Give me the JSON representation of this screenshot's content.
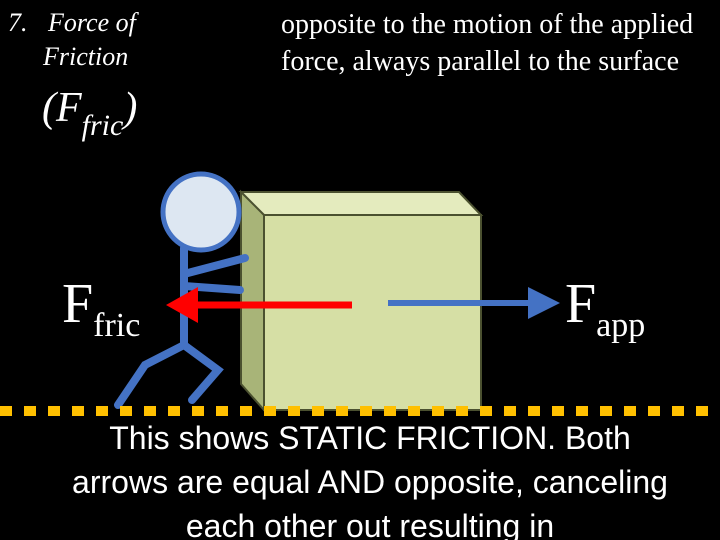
{
  "heading": {
    "number": "7.",
    "line1": "Force of",
    "line2": "Friction",
    "symbol_main": "(F",
    "symbol_sub": "fric",
    "symbol_close": ")"
  },
  "description": "opposite to the motion of the applied force, always parallel to the surface",
  "labels": {
    "fric_main": "F",
    "fric_sub": "fric",
    "app_main": "F",
    "app_sub": "app"
  },
  "caption": "This shows STATIC FRICTION.  Both arrows are equal AND opposite, canceling each other out resulting in",
  "colors": {
    "box_front": "#d6dfa5",
    "box_side": "#a8b478",
    "box_top": "#e4ebbe",
    "box_stroke": "#4b5130",
    "head_fill": "#dde7f2",
    "figure": "#4472c4",
    "friction_arrow": "#ff0000",
    "applied_arrow": "#4472c4",
    "ground_dashes": "#ffc000"
  }
}
